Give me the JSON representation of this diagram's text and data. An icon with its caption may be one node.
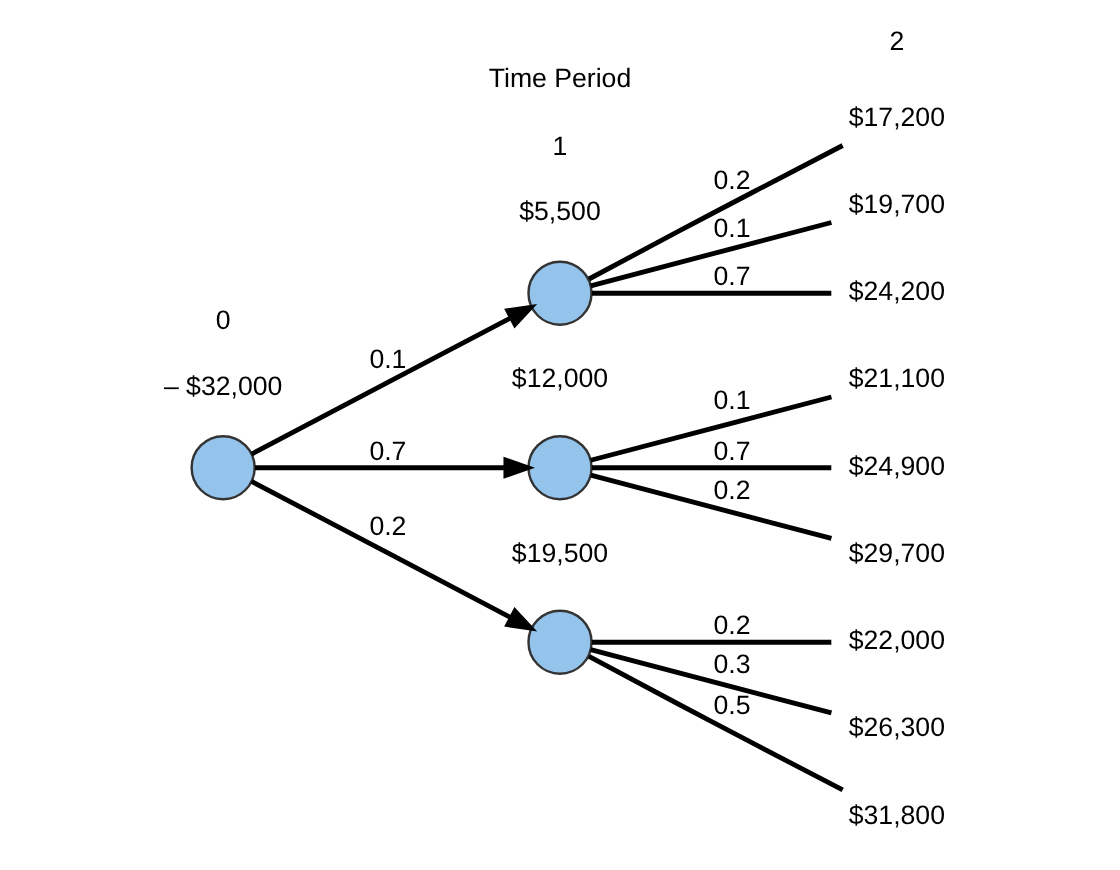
{
  "diagram": {
    "nodes": [
      {
        "text": [],
        "shape": "circle",
        "beside": [
          "– $32,000"
        ]
      },
      {
        "text": [],
        "shape": "circle",
        "beside": [
          "$5,500"
        ]
      },
      {
        "text": [
          "$17,200"
        ]
      },
      {
        "text": [
          "$19,700"
        ]
      },
      {
        "text": [
          "$24,200"
        ]
      },
      {
        "text": [],
        "shape": "circle",
        "beside": [
          "$12,000"
        ]
      },
      {
        "text": [
          "$21,100"
        ]
      },
      {
        "text": [
          "$24,900"
        ]
      },
      {
        "text": [
          "$29,700"
        ]
      },
      {
        "text": [],
        "shape": "circle",
        "beside": [
          "$19,500"
        ]
      },
      {
        "text": [
          "$22,000"
        ]
      },
      {
        "text": [
          "$26,300"
        ]
      },
      {
        "text": [
          "$31,800"
        ]
      }
    ],
    "edges": [
      {
        "from": 0,
        "to": 1,
        "arrow": "to",
        "label": "0.1"
      },
      {
        "from": 0,
        "to": 5,
        "arrow": "to",
        "label": "0.7"
      },
      {
        "from": 0,
        "to": 9,
        "arrow": "to",
        "label": "0.2"
      },
      {
        "from": 1,
        "to": 2,
        "arrow": "none",
        "label": "0.2"
      },
      {
        "from": 1,
        "to": 3,
        "arrow": "none",
        "label": "0.1"
      },
      {
        "from": 1,
        "to": 4,
        "arrow": "none",
        "label": "0.7"
      },
      {
        "from": 5,
        "to": 6,
        "arrow": "none",
        "label": "0.1"
      },
      {
        "from": 5,
        "to": 7,
        "arrow": "none",
        "label": "0.7"
      },
      {
        "from": 5,
        "to": 8,
        "arrow": "none",
        "label": "0.2"
      },
      {
        "from": 9,
        "to": 10,
        "arrow": "none",
        "label": "0.2"
      },
      {
        "from": 9,
        "to": 11,
        "arrow": "none",
        "label": "0.3"
      },
      {
        "from": 9,
        "to": 12,
        "arrow": "none",
        "label": "0.5"
      }
    ],
    "labels": [
      "Time Period",
      "0",
      "1",
      "2"
    ]
  }
}
